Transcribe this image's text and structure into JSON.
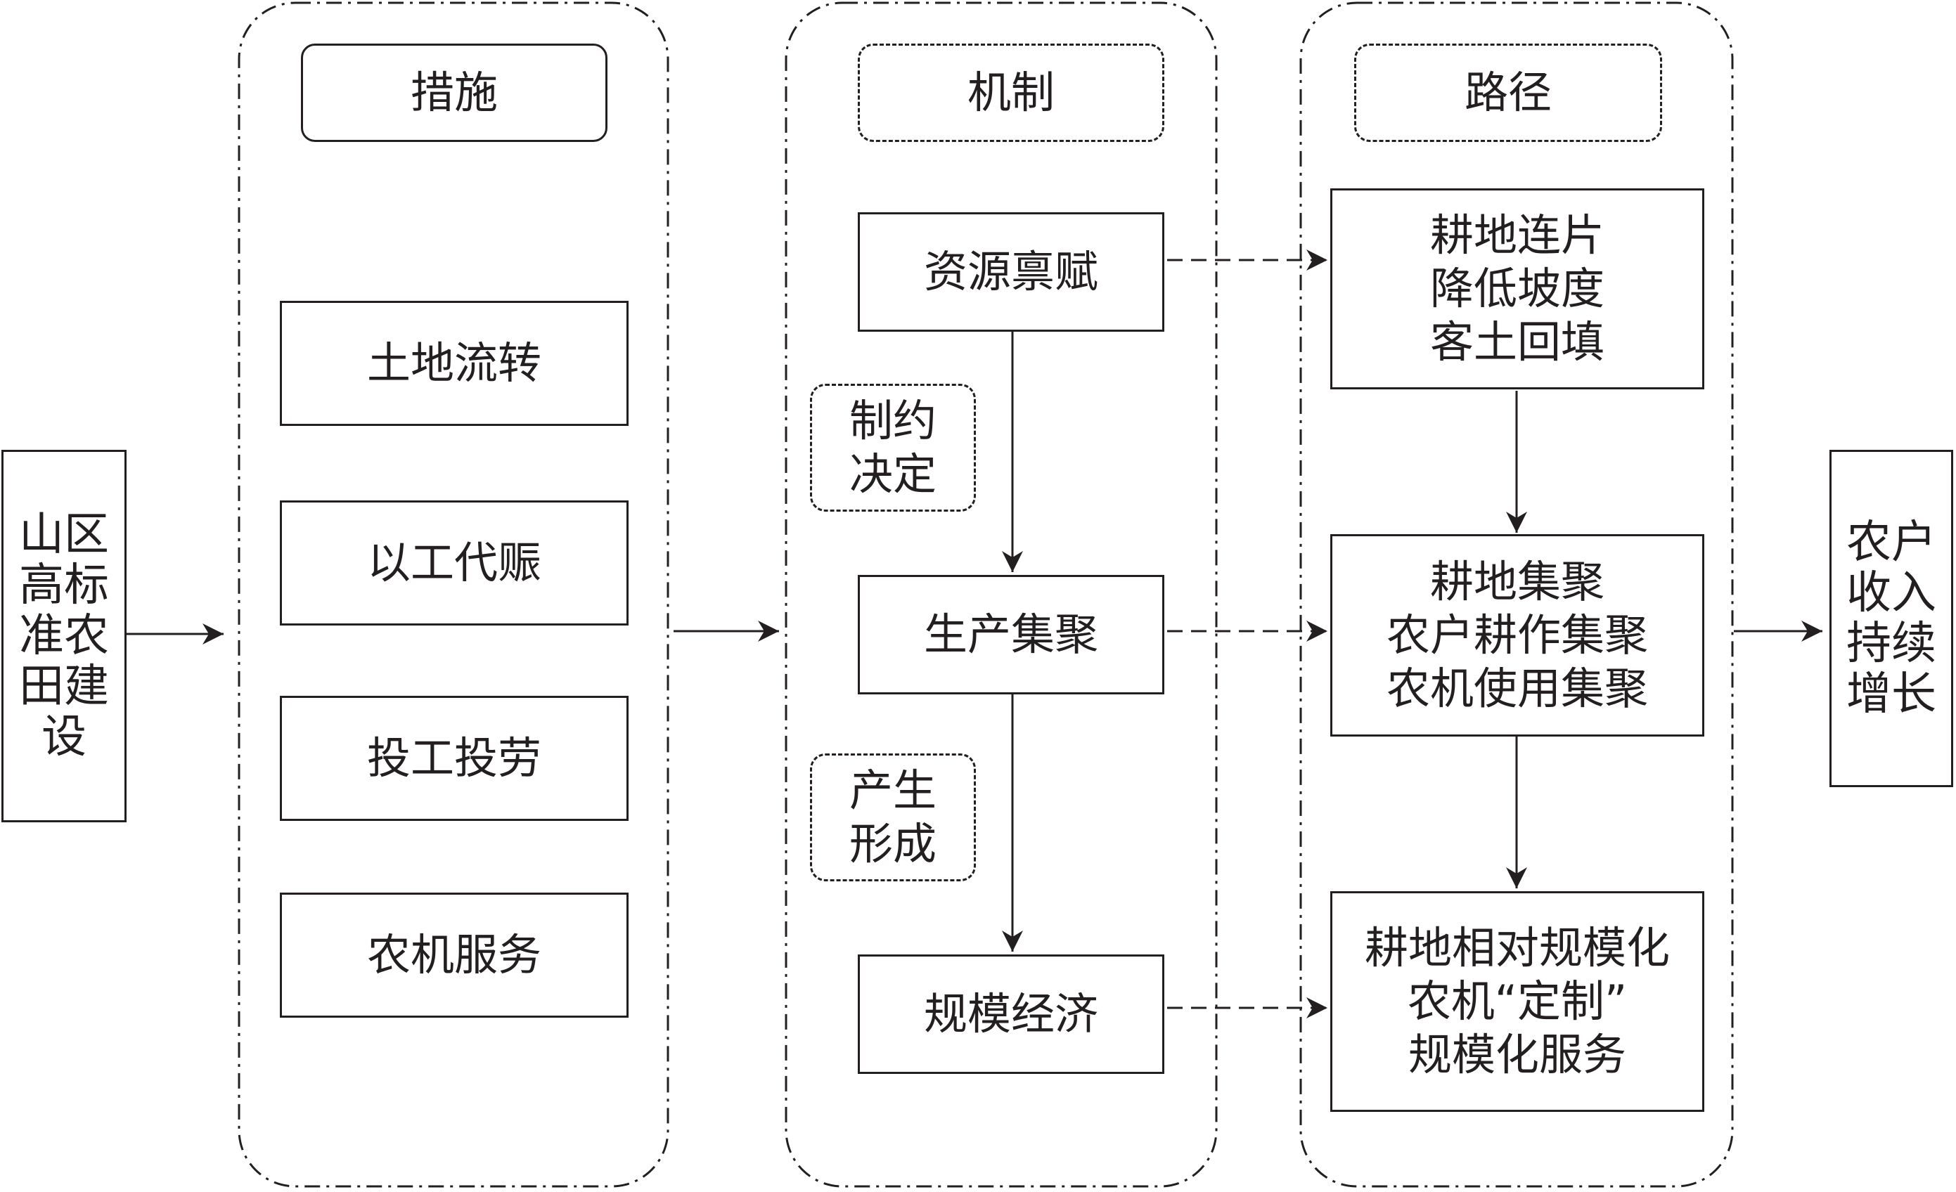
{
  "input": "山区\n高标\n准农\n田建\n设",
  "output": "农户\n收入\n持续\n增长",
  "columns": {
    "measures": {
      "header": "措施",
      "items": [
        "土地流转",
        "以工代赈",
        "投工投劳",
        "农机服务"
      ]
    },
    "mechanism": {
      "header": "机制",
      "items": [
        "资源禀赋",
        "生产集聚",
        "规模经济"
      ],
      "links": [
        "制约\n决定",
        "产生\n形成"
      ]
    },
    "path": {
      "header": "路径",
      "items": [
        "耕地连片\n降低坡度\n客土回填",
        "耕地集聚\n农户耕作集聚\n农机使用集聚",
        "耕地相对规模化\n农机“定制”\n规模化服务"
      ]
    }
  }
}
